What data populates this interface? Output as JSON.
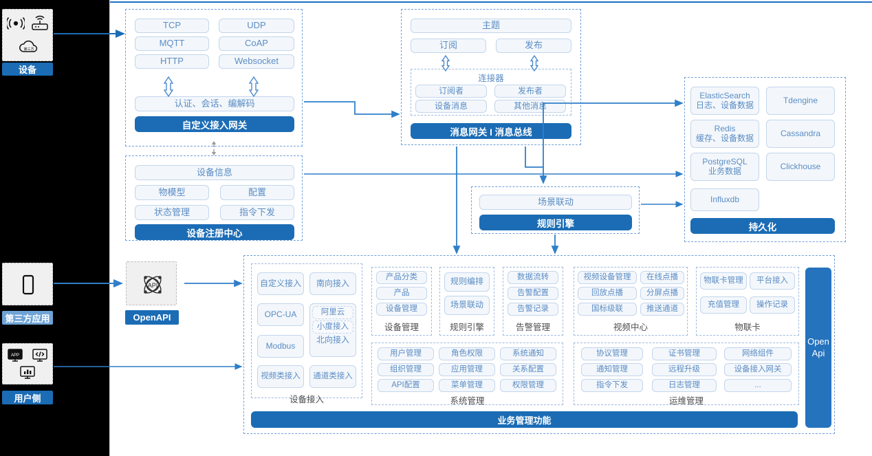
{
  "theme": {
    "accent": "#1b6cb5",
    "accent_light": "#2573bd",
    "pill_text": "#5b8cc4",
    "pill_bg": "#f3f7fb",
    "pill_border": "#c3d5ec",
    "dashed_border": "#6f9fd8",
    "rail_bg": "#000000"
  },
  "actors": [
    {
      "id": "device",
      "label": "设备",
      "icons": [
        "signal-icon",
        "router-icon",
        "cloud-icon"
      ]
    },
    {
      "id": "third-party",
      "label": "第三方应用",
      "icons": [
        "mobile-phone-icon"
      ]
    },
    {
      "id": "user-side",
      "label": "用户侧",
      "icons": [
        "app-monitor-icon",
        "code-monitor-icon",
        "chart-monitor-icon"
      ]
    }
  ],
  "openapi": {
    "icon": "api-atom-icon",
    "label": "OpenAPI"
  },
  "gateway": {
    "protocols": [
      "TCP",
      "UDP",
      "MQTT",
      "CoAP",
      "HTTP",
      "Websocket"
    ],
    "middle": "认证、会话、编解码",
    "footer": "自定义接入网关"
  },
  "message_bus": {
    "topic": "主题",
    "pubsub": [
      "订阅",
      "发布"
    ],
    "connector_title": "连接器",
    "connector_items": [
      "订阅者",
      "发布者",
      "设备消息",
      "其他消息"
    ],
    "footer": "消息网关 I 消息总线"
  },
  "registry": {
    "header": "设备信息",
    "items": [
      "物模型",
      "配置",
      "状态管理",
      "指令下发"
    ],
    "footer": "设备注册中心"
  },
  "rule_engine": {
    "item": "场景联动",
    "footer": "规则引擎"
  },
  "persistence": {
    "left_column": [
      {
        "name": "ElasticSearch",
        "desc": "日志、设备数据"
      },
      {
        "name": "Redis",
        "desc": "缓存、设备数据"
      },
      {
        "name": "PostgreSQL",
        "desc": "业务数据"
      },
      {
        "name": "Influxdb",
        "desc": ""
      }
    ],
    "right_column": [
      "Tdengine",
      "Cassandra",
      "Clickhouse"
    ],
    "footer": "持久化"
  },
  "business": {
    "footer": "业务管理功能",
    "open_api_bar": "Open\nApi",
    "device_access": {
      "caption": "设备接入",
      "left": [
        "自定义接入",
        "OPC-UA",
        "Modbus",
        "视频类接入"
      ],
      "right_top": "南向接入",
      "right_mid_sub": [
        "阿里云",
        "小度接入"
      ],
      "right_mid_label": "北向接入",
      "right_bottom": "通道类接入"
    },
    "columns": [
      {
        "caption": "设备管理",
        "items": [
          "产品分类",
          "产品",
          "设备管理"
        ]
      },
      {
        "caption": "规则引擎",
        "items": [
          "规则编排",
          "场景联动"
        ]
      },
      {
        "caption": "告警管理",
        "items": [
          "数据流转",
          "告警配置",
          "告警记录"
        ]
      },
      {
        "caption": "视频中心",
        "items": [
          "视频设备管理",
          "在线点播",
          "回放点播",
          "分屏点播",
          "国标级联",
          "推送通道"
        ]
      },
      {
        "caption": "物联卡",
        "items": [
          "物联卡管理",
          "平台接入",
          "充值管理",
          "操作记录"
        ]
      },
      {
        "caption": "系统管理",
        "items": [
          "用户管理",
          "角色权限",
          "系统通知",
          "组织管理",
          "应用管理",
          "关系配置",
          "API配置",
          "菜单管理",
          "权限管理"
        ]
      },
      {
        "caption": "运维管理",
        "items": [
          "协议管理",
          "证书管理",
          "网络组件",
          "通知管理",
          "远程升级",
          "设备接入网关",
          "指令下发",
          "日志管理",
          "..."
        ]
      }
    ]
  }
}
